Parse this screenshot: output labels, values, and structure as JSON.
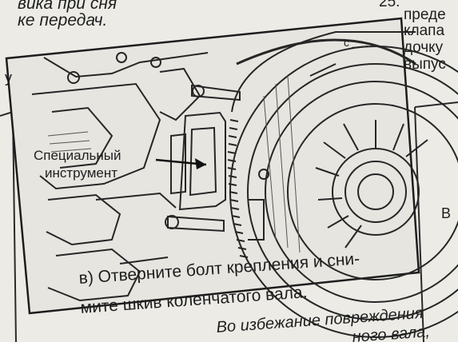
{
  "top_left": {
    "line1": "вика при сня",
    "line2": "ке передач."
  },
  "top_right": {
    "line0": "25.",
    "line1": "преде",
    "line2": "клапа",
    "line3": "дочку",
    "line4": "выпус"
  },
  "right_margin_letter": "В",
  "left_margin_text": "у",
  "figure": {
    "label_line1": "Специальный",
    "label_line2": "инструмент",
    "letter_c": "c"
  },
  "caption": {
    "line1": "в) Отверните болт крепления и сни-",
    "line2": "мите шкив коленчатого вала.",
    "line3": "Во избежание повреждения",
    "line4": "ного вала,"
  }
}
